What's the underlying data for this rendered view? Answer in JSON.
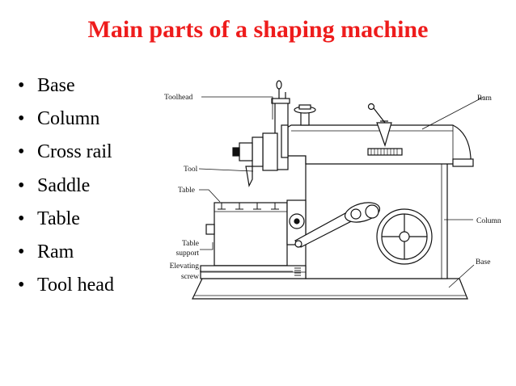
{
  "slide": {
    "title": "Main parts of a shaping machine",
    "bullet_glyph": "•",
    "bullets": [
      "Base",
      "Column",
      "Cross rail",
      "Saddle",
      "Table",
      "Ram",
      "Tool head"
    ]
  },
  "diagram": {
    "labels": {
      "toolhead": "Toolhead",
      "ram": "Ram",
      "tool": "Tool",
      "table": "Table",
      "column": "Column",
      "table_support_1": "Table",
      "table_support_2": "support",
      "elevating_1": "Elevating",
      "elevating_2": "screw",
      "base": "Base"
    }
  },
  "colors": {
    "title": "#ee1c1c",
    "text": "#000000",
    "line": "#111111"
  }
}
